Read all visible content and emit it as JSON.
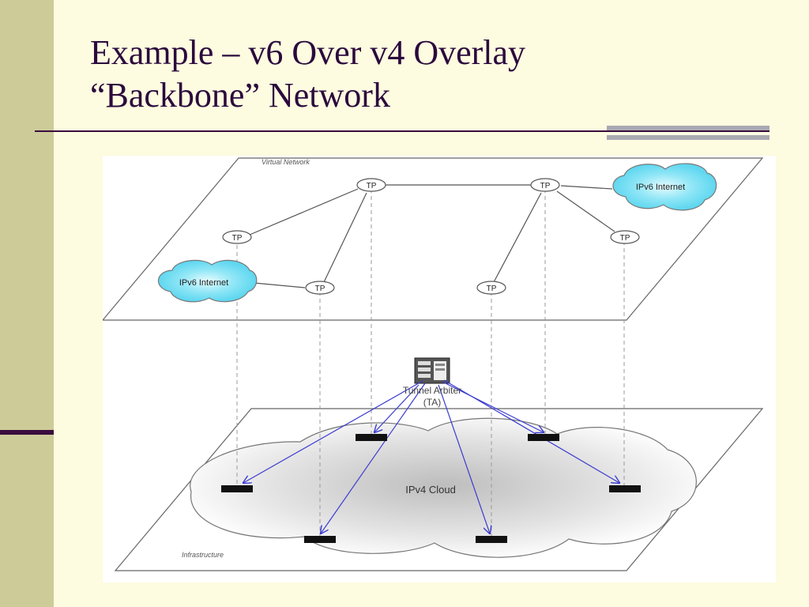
{
  "slide": {
    "title_line1": "Example – v6 Over v4 Overlay",
    "title_line2": "“Backbone” Network"
  },
  "diagram": {
    "virtual_plane_label": "Virtual Network",
    "infrastructure_plane_label": "Infrastructure",
    "tp_label": "TP",
    "ipv6_cloud_label": "IPv6 Internet",
    "ipv4_cloud_label": "IPv4 Cloud",
    "arbiter_label_line1": "Tunnel Arbiter",
    "arbiter_label_line2": "(TA)",
    "colors": {
      "slide_background": "#fdfbe0",
      "title": "#2b0a3d",
      "ipv6_cloud": "#5fd7f0",
      "arrow": "#3b3bd1"
    }
  }
}
